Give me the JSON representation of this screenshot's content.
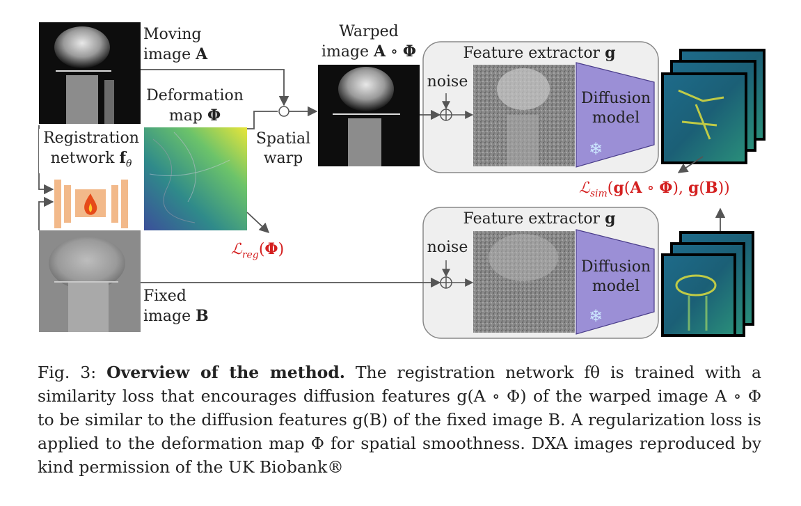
{
  "labels": {
    "moving_1": "Moving",
    "moving_2": "image A",
    "deform_1": "Deformation",
    "deform_2": "map Φ",
    "regnet_1": "Registration",
    "regnet_2": "network f",
    "regnet_sub": "θ",
    "spatial_1": "Spatial",
    "spatial_2": "warp",
    "warped_1": "Warped",
    "warped_2": "image A ∘ Φ",
    "fixed_1": "Fixed",
    "fixed_2": "image B",
    "feat_top": "Feature extractor g",
    "feat_bot": "Feature extractor g",
    "noise_top": "noise",
    "noise_bot": "noise",
    "diff_top_1": "Diffusion",
    "diff_top_2": "model",
    "diff_bot_1": "Diffusion",
    "diff_bot_2": "model",
    "loss_sim": "ℒsim(g(A ∘ Φ), g(B))",
    "loss_reg": "ℒreg(Φ)"
  },
  "caption": {
    "prefix": "Fig. 3: ",
    "bold": "Overview of the method.",
    "body": " The registration network fθ is trained with a similarity loss that encourages diffusion features g(A ∘ Φ) of the warped image A ∘ Φ to be similar to the diffusion features g(B) of the fixed image B. A regularization loss is applied to the deformation map Φ for spatial smoothness. DXA images reproduced by kind permission of the UK Biobank®"
  },
  "colors": {
    "loss_text": "#d42020",
    "diffusion_fill": "#9b8fd6",
    "extractor_box": "#efefef",
    "network_bars": "#f2b98a",
    "arrow": "#555555"
  }
}
